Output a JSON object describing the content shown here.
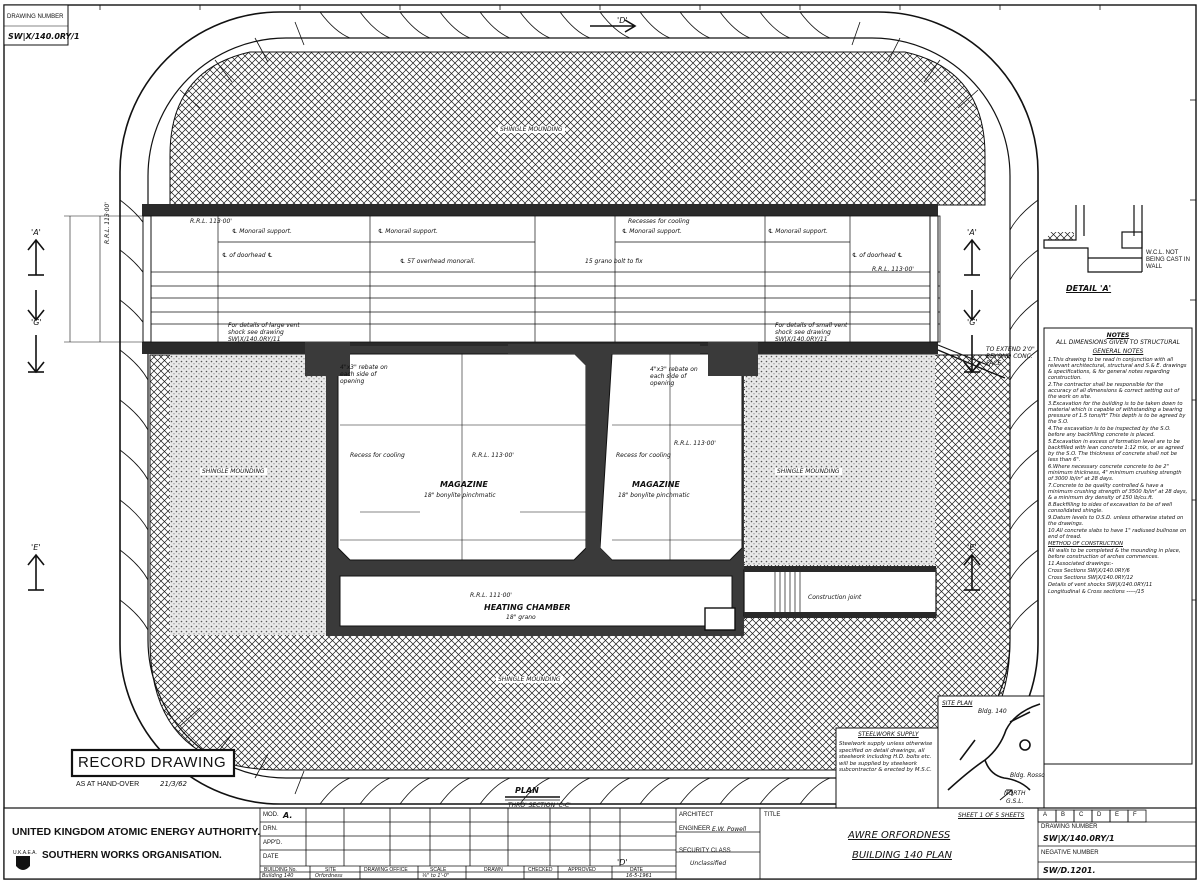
{
  "drawing_number_label": "DRAWING NUMBER",
  "drawing_number": "SW|X/140.0RY/1",
  "section_marks": {
    "d": "'D'",
    "a": "'A'",
    "g": "'G'",
    "e": "'E'"
  },
  "areas": {
    "shingle_top": "SHINGLE MOUNDING",
    "shingle_left": "SHINGLE MOUNDING",
    "shingle_right": "SHINGLE MOUNDING",
    "shingle_bottom": "SHINGLE MOUNDING"
  },
  "magazine_left": {
    "title": "MAGAZINE",
    "subtitle": "18\" bonylite pinchmatic",
    "level": "R.R.L. 113·00'",
    "recess": "Recess for cooling"
  },
  "magazine_right": {
    "title": "MAGAZINE",
    "subtitle": "18\" bonylite pinchmatic",
    "level": "R.R.L. 113·00'",
    "recess": "Recess for cooling"
  },
  "heating_chamber": {
    "title": "HEATING CHAMBER",
    "subtitle": "18\" grano",
    "level": "R.R.L. 111·00'",
    "construction_joint": "Construction joint"
  },
  "corridor": {
    "monorail_1": "℄ Monorail support.",
    "monorail_2": "℄ Monorail support.",
    "monorail_3": "℄ Monorail support.",
    "monorail_4": "℄ Monorail support.",
    "overhead": "℄ 5T overhead monorail.",
    "bolts": "15 grano bolt to fix",
    "doorhead_left": "℄ of doorhead ℄",
    "doorhead_right": "℄ of doorhead ℄",
    "level_left": "R.R.L. 113·00'",
    "level_right": "R.R.L. 113·00'",
    "level_mid": "R.R.L. 113·00'",
    "recess_cooling": "Recesses for cooling",
    "details_left": "For details of large vent shock see drawing SW|X/140.0RY/11",
    "details_right": "For details of small vent shock see drawing SW|X/140.0RY/11",
    "rebate_left": "4\"x3\" rebate on each side of opening",
    "rebate_right": "4\"x3\" rebate on each side of opening",
    "extend": "TO EXTEND 2'0\" BEYOND CONC. FACE"
  },
  "detail": {
    "title": "DETAIL 'A'",
    "note": "W.C.L. NOT BEING CAST IN WALL"
  },
  "notes": {
    "header_1": "NOTES",
    "header_2": "ALL DIMENSIONS GIVEN TO STRUCTURAL",
    "general_title": "GENERAL NOTES",
    "items": [
      "1.This drawing to be read in conjunction with all relevant architectural, structural and S.& E. drawings & specifications, & for general notes regarding construction.",
      "2.The contractor shall be responsible for the accuracy of all dimensions & correct setting out of the work on site.",
      "3.Excavation for the building is to be taken down to material which is capable of withstanding a bearing pressure of 1.5 tons/ft² This depth is to be agreed by the S.O.",
      "4.The excavation is to be inspected by the S.O. before any backfilling concrete is placed.",
      "5.Excavation in excess of formation level are to be backfilled with lean concrete 1:12 mix, or as agreed by the S.O. The thickness of concrete shall not be less than 6\".",
      "6.Where necessary concrete concrete to be 2\" minimum thickness, 4\" minimum crushing strength of 3000 lb/in² at 28 days.",
      "7.Concrete to be quality controlled & have a minimum crushing strength of 3500 lb/in² at 28 days, & a minimum dry density of 150 lb/cu.ft.",
      "8.Backfilling to sides of excavation to be of well consolidated shingle.",
      "9.Datum levels to O.S.D. unless otherwise stated on the drawings.",
      "10.All concrete slabs to have 1\" radiused bullnose on end of tread.",
      "METHOD OF CONSTRUCTION",
      "All walls to be completed & the mounding in place, before construction of arches commences.",
      "11.Associated drawings:-",
      "Cross Sections SW|X/140.0RY/6",
      "Cross Sections SW|X/140.0RY/12",
      "Details of vent shocks SW|X/140.0RY/11",
      "Longitudinal & Cross sections -----/15"
    ]
  },
  "site_plan": {
    "title": "SITE PLAN",
    "label_1": "Bldg. 140",
    "label_2": "Bldg. Rosso",
    "north": "NORTH",
    "sub": "G.S.L."
  },
  "steelwork": {
    "title": "STEELWORK SUPPLY",
    "text": "Steelwork supply unless otherwise specified on detail drawings, all steelwork including H.D. bolts etc. will be supplied by steelwork subcontractor & erected by M.S.C."
  },
  "plan": {
    "title": "PLAN",
    "subtitle": "THRO' SECTION 'C-C'"
  },
  "stamp": {
    "title": "RECORD DRAWING",
    "subtitle": "AS AT HAND-OVER",
    "signed": "21/3/62"
  },
  "titleblock": {
    "authority": "UNITED KINGDOM ATOMIC ENERGY AUTHORITY.",
    "logo_text": "U.K.A.E.A.",
    "organisation": "SOUTHERN WORKS ORGANISATION.",
    "mod_label": "MOD.",
    "mod_value": "A.",
    "drn_label": "DRN.",
    "appd_label": "APP'D.",
    "date_label": "DATE",
    "building_label": "BUILDING No.",
    "site_label": "SITE",
    "drawing_office_label": "DRAWING OFFICE",
    "scale_label": "SCALE",
    "drawn_label": "DRAWN",
    "checked_label": "CHECKED",
    "approved_label": "APPROVED",
    "date2_label": "DATE",
    "building_value": "Building 140",
    "site_value": "Orfordness",
    "scale_value": "⅛\" to 1'-0\"",
    "date_value": "16-5-1961",
    "architect_label": "ARCHITECT",
    "engineer_label": "ENGINEER",
    "engineer_value": "E.W. Powell",
    "security_label": "SECURITY CLASS",
    "security_value": "Unclassified",
    "title_label": "TITLE",
    "sheet": "SHEET 1 OF 5 SHEETS",
    "title_line_1": "AWRE ORFORDNESS",
    "title_line_2": "BUILDING 140 PLAN",
    "revisions": [
      "A",
      "B",
      "C",
      "D",
      "E",
      "F"
    ],
    "number_label": "DRAWING NUMBER",
    "number_value": "SW|X/140.0RY/1",
    "negative_label": "NEGATIVE NUMBER",
    "sw_number": "SW/D.1201."
  }
}
